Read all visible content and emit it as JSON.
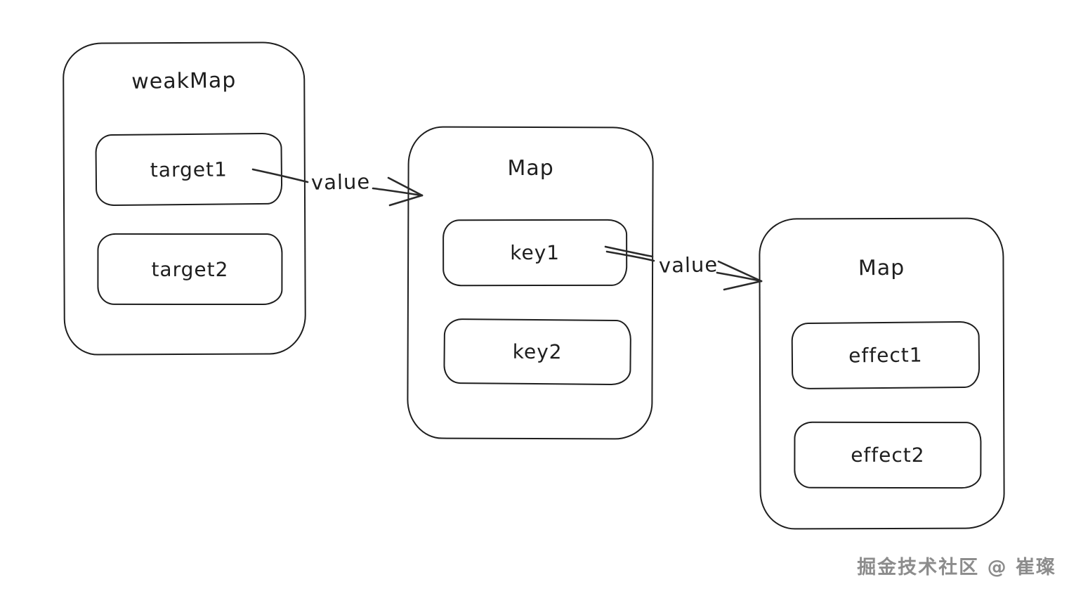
{
  "diagram": {
    "nodes": [
      {
        "id": "weakmap",
        "title": "weakMap",
        "items": [
          "target1",
          "target2"
        ]
      },
      {
        "id": "map1",
        "title": "Map",
        "items": [
          "key1",
          "key2"
        ]
      },
      {
        "id": "map2",
        "title": "Map",
        "items": [
          "effect1",
          "effect2"
        ]
      }
    ],
    "edges": [
      {
        "from": "target1",
        "to": "map1",
        "label": "value"
      },
      {
        "from": "key1",
        "to": "map2",
        "label": "value"
      }
    ]
  },
  "watermark": {
    "text": "掘金技术社区 @ 崔璨"
  },
  "colors": {
    "background": "#ffffff",
    "stroke": "#1e1e1e",
    "watermark": "#8c8c8c"
  }
}
